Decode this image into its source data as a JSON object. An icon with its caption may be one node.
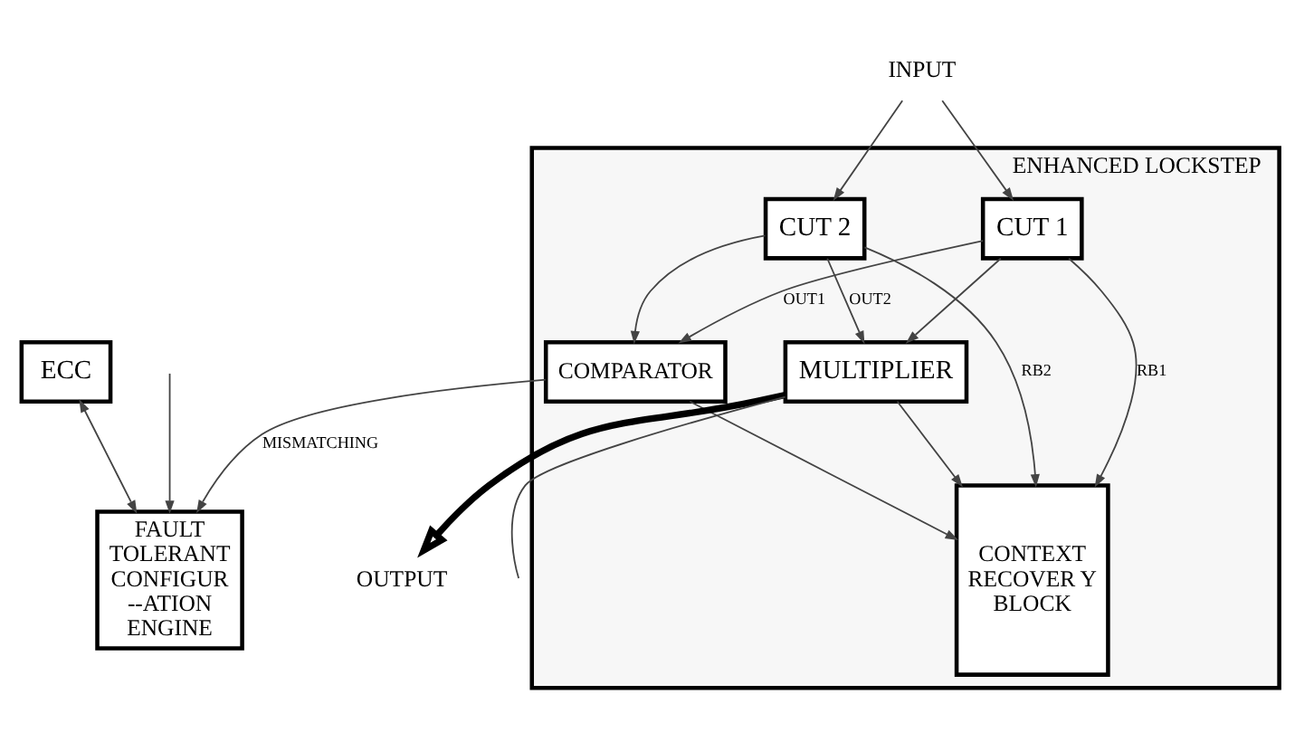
{
  "diagram": {
    "nodes": [
      {
        "text": [
          "ECC"
        ]
      },
      {
        "text": [
          "FAULT TOLERANT CONFIGUR --ATION ENGINE"
        ]
      },
      {
        "text": [
          "ENHANCED LOCKSTEP"
        ]
      },
      {
        "text": [
          "CUT 1"
        ],
        "in": 2
      },
      {
        "text": [
          "CUT 2"
        ],
        "in": 2
      },
      {
        "text": [
          "CONTEXT RECOVER Y BLOCK"
        ],
        "in": 2
      },
      {
        "text": [
          "COMPARATOR"
        ],
        "in": 2
      },
      {
        "text": [
          "MULTIPLIER"
        ],
        "in": 2
      },
      {
        "text": [
          "INPUT"
        ]
      },
      {
        "text": [
          "OUTPUT"
        ]
      }
    ],
    "edges": [
      {
        "from": 0,
        "to": 1,
        "arrow": "both"
      },
      {
        "from": 8,
        "to": 3,
        "arrow": "to"
      },
      {
        "from": 8,
        "to": 4,
        "arrow": "to"
      },
      {
        "from": 4,
        "to": 5,
        "arrow": "to",
        "label": "RB2"
      },
      {
        "from": 3,
        "to": 5,
        "arrow": "to",
        "label": "RB1"
      },
      {
        "from": 3,
        "to": 6,
        "arrow": "to",
        "label": "OUT1"
      },
      {
        "from": 3,
        "to": 7,
        "arrow": "to"
      },
      {
        "from": 4,
        "to": 7,
        "arrow": "to",
        "label": "OUT2"
      },
      {
        "from": 4,
        "to": 6,
        "arrow": "to"
      },
      {
        "from": 7,
        "to": 5,
        "arrow": "to"
      },
      {
        "from": 6,
        "to": 5,
        "arrow": "to"
      },
      {
        "from": 6,
        "to": 1,
        "arrow": "to",
        "label": "MISMATCHING"
      },
      {
        "from": 7,
        "to": 9,
        "arrow": "to",
        "style": "thick"
      },
      {
        "from": null,
        "to": 1,
        "arrow": "to"
      },
      {
        "from": 7,
        "to": null,
        "arrow": "none"
      }
    ]
  }
}
